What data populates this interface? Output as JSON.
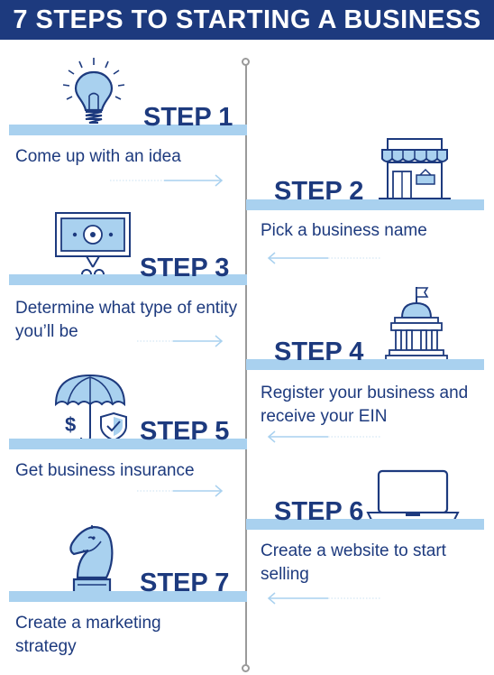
{
  "title": "7 STEPS TO STARTING A BUSINESS",
  "colors": {
    "navy": "#1d3a7e",
    "light_blue": "#a9d1ef",
    "arrow": "#a9d1ef",
    "line": "#9a9a9a"
  },
  "steps": [
    {
      "label": "STEP 1",
      "text": "Come up with an idea",
      "icon": "lightbulb-icon",
      "side": "left"
    },
    {
      "label": "STEP 2",
      "text": "Pick a business name",
      "icon": "storefront-icon",
      "side": "right"
    },
    {
      "label": "STEP 3",
      "text": "Determine what type of entity you’ll be",
      "icon": "cut-dollar-bill-icon",
      "side": "left"
    },
    {
      "label": "STEP 4",
      "text": "Register your business and receive your EIN",
      "icon": "government-building-icon",
      "side": "right"
    },
    {
      "label": "STEP 5",
      "text": "Get business insurance",
      "icon": "umbrella-shield-icon",
      "side": "left"
    },
    {
      "label": "STEP 6",
      "text": "Create a website to start selling",
      "icon": "laptop-icon",
      "side": "right"
    },
    {
      "label": "STEP 7",
      "text": "Create a marketing strategy",
      "icon": "chess-knight-icon",
      "side": "left"
    }
  ]
}
